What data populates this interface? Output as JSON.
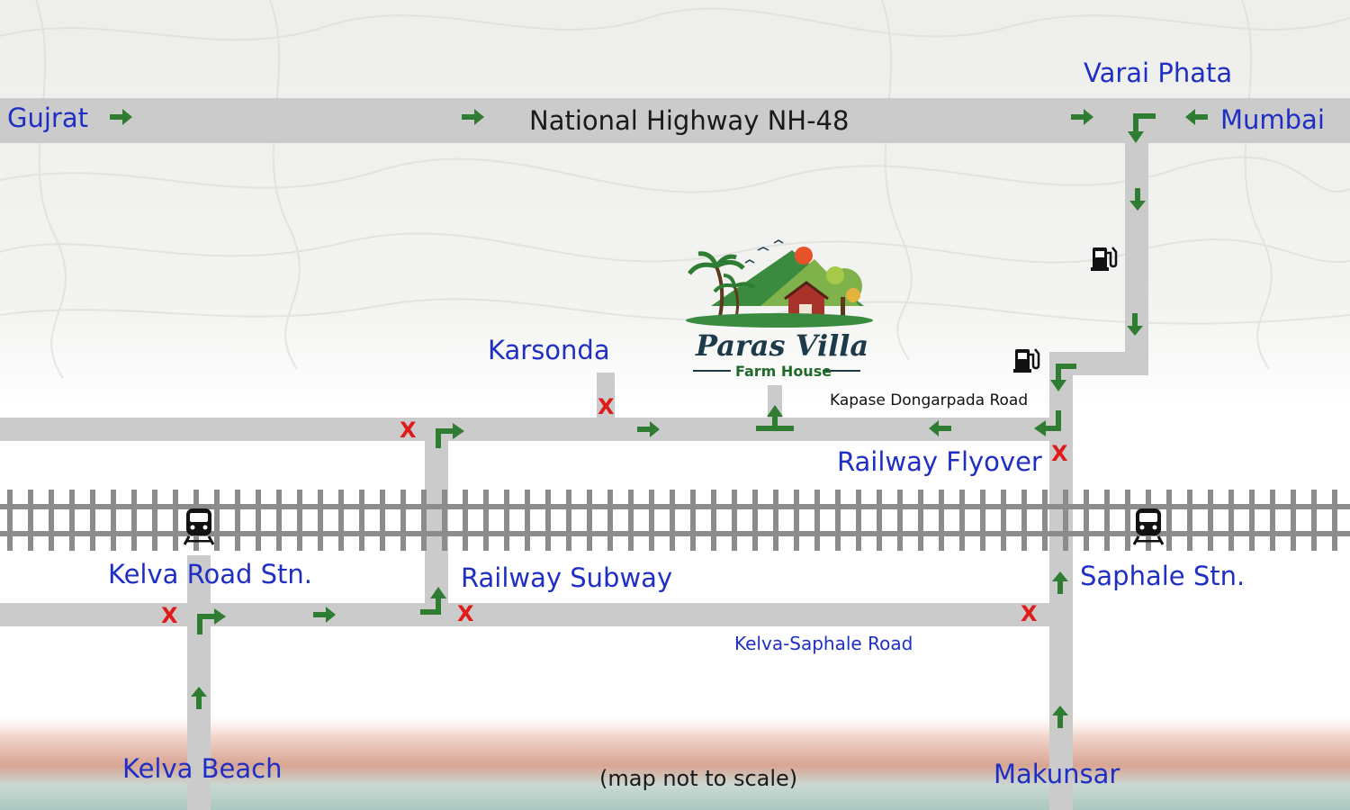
{
  "logo": {
    "title": "Paras Villa",
    "subtitle": "Farm House"
  },
  "places": {
    "gujrat": "Gujrat",
    "varai_phata": "Varai Phata",
    "mumbai": "Mumbai",
    "karsonda": "Karsonda",
    "kelva_road_stn": "Kelva Road Stn.",
    "railway_subway": "Railway Subway",
    "railway_flyover": "Railway Flyover",
    "saphale_stn": "Saphale Stn.",
    "kelva_beach": "Kelva Beach",
    "makunsar": "Makunsar"
  },
  "roads": {
    "nh48": "National Highway NH-48",
    "kapase_dongarpada": "Kapase Dongarpada Road",
    "kelva_saphale": "Kelva-Saphale Road"
  },
  "note": "(map not to scale)",
  "markers": {
    "blocked": "X"
  },
  "icons": [
    "right-arrow-icon",
    "left-arrow-icon",
    "up-arrow-icon",
    "down-arrow-icon",
    "turn-arrow-icon",
    "fuel-pump-icon",
    "train-icon",
    "railway-track-icon"
  ],
  "colors": {
    "road": "#cbcbcb",
    "arrow": "#2e7d32",
    "label": "#1f2fc4",
    "blocked": "#e01b1b",
    "rail": "#8c8c8c"
  }
}
